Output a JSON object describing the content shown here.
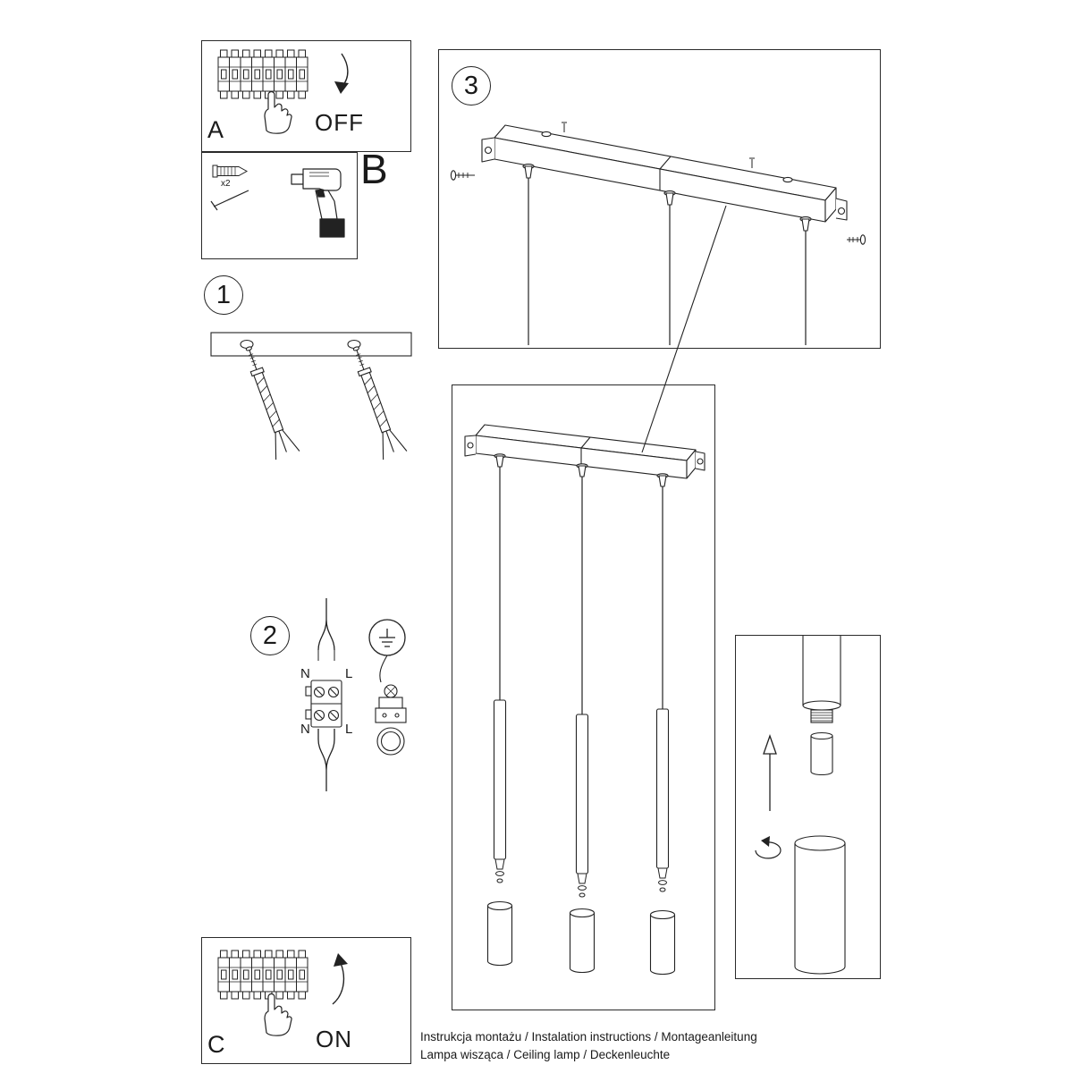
{
  "colors": {
    "ink": "#222222",
    "paper": "#ffffff"
  },
  "steps": {
    "a": {
      "label": "A",
      "switch_state": "OFF"
    },
    "b": {
      "label": "B",
      "anchor_qty": "x2"
    },
    "s1": {
      "label": "1"
    },
    "s2": {
      "label": "2",
      "n_top": "N",
      "l_top": "L",
      "n_bottom": "N",
      "l_bottom": "L"
    },
    "s3": {
      "label": "3"
    },
    "c": {
      "label": "C",
      "switch_state": "ON"
    }
  },
  "footer": {
    "line1": "Instrukcja montażu / Instalation instructions / Montageanleitung",
    "line2": "Lampa wisząca / Ceiling lamp / Deckenleuchte"
  }
}
